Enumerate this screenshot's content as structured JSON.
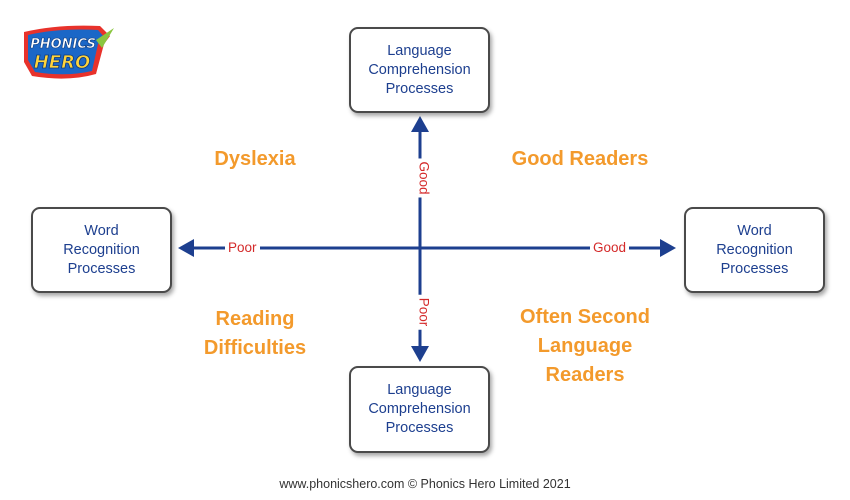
{
  "logo": {
    "text_line1": "PHONICS",
    "text_line2": "HERO"
  },
  "boxes": {
    "top": "Language\nComprehension\nProcesses",
    "bottom": "Language\nComprehension\nProcesses",
    "left": "Word\nRecognition\nProcesses",
    "right": "Word\nRecognition\nProcesses"
  },
  "quadrants": {
    "top_left": "Dyslexia",
    "top_right": "Good Readers",
    "bottom_left": "Reading\nDifficulties",
    "bottom_right": "Often Second\nLanguage\nReaders"
  },
  "axis_labels": {
    "left": "Poor",
    "right": "Good",
    "top": "Good",
    "bottom": "Poor"
  },
  "colors": {
    "axis": "#1d3f8f",
    "box_text": "#1d3f8f",
    "quadrant_text": "#f39a2c",
    "axis_label_text": "#d42a2a"
  },
  "footer": "www.phonicshero.com © Phonics Hero Limited 2021"
}
